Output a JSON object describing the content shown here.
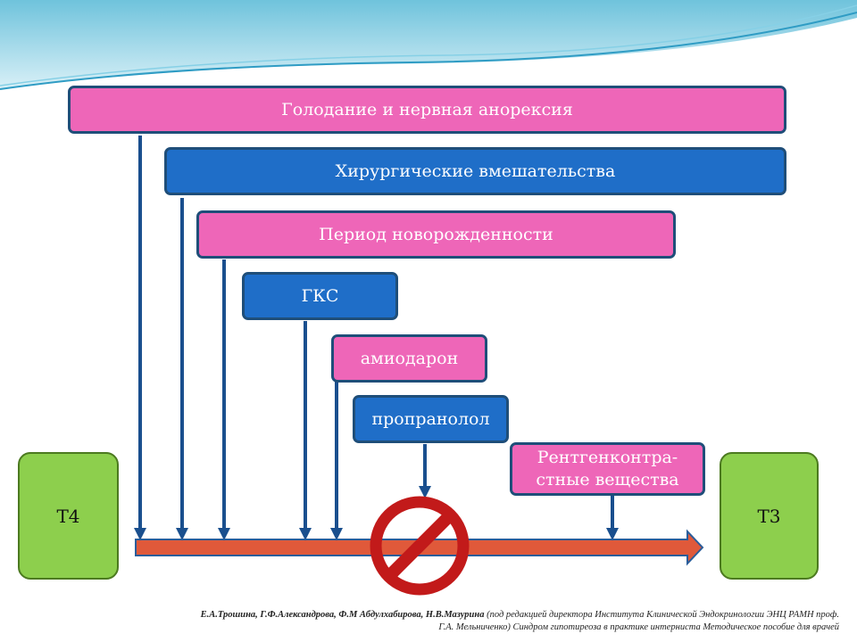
{
  "boxes": {
    "starvation": "Голодание и нервная анорексия",
    "surgery": "Хирургические вмешательства",
    "newborn": "Период новорожденности",
    "gks": "ГКС",
    "amiodarone": "амиодарон",
    "propranolol": "пропранолол",
    "contrast": "Рентгенконтра-стные вещества"
  },
  "ends": {
    "left": "Т4",
    "right": "Т3"
  },
  "citation": {
    "authors": "Е.А.Трошина, Г.Ф.Александрова, Ф.М Абдулхабирова, Н.В.Мазурина",
    "line1_rest": " (под редакцией директора Института Клинической Эндокринологии ЭНЦ РАМН проф.",
    "line2": "Г.А. Мельниченко) Синдром гипотиреоза в практике интерниста Методическое пособие для врачей"
  },
  "colors": {
    "pink": "#ee66b8",
    "blue": "#1f6ec8",
    "green": "#8dcf4d",
    "arrow": "#e0593a",
    "prohibit": "#c21a1a"
  }
}
